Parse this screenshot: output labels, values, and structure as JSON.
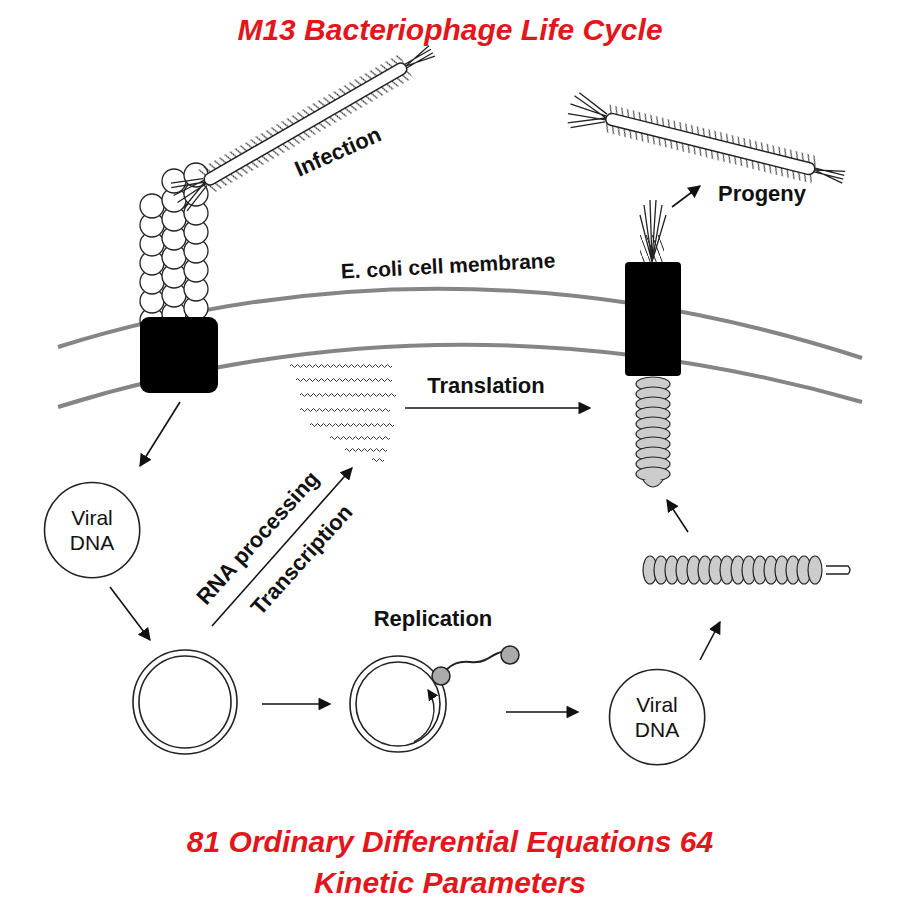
{
  "diagram": {
    "title": "M13 Bacteriophage Life Cycle",
    "caption": "81 Ordinary Differential Equations 64 Kinetic Parameters",
    "nodes": [
      {
        "text": [
          "Viral DNA"
        ]
      },
      {
        "text": [
          "Viral DNA"
        ]
      }
    ],
    "labels": [
      "Infection",
      "E. coli cell membrane",
      "Progeny",
      "Translation",
      "RNA processing",
      "Transcription",
      "Replication"
    ]
  }
}
